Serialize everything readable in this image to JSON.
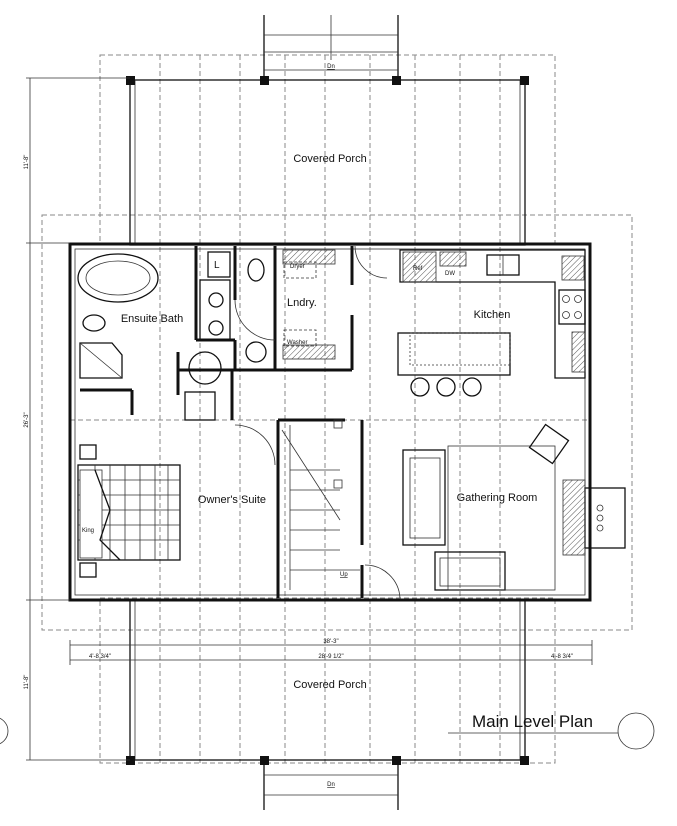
{
  "plan": {
    "title": "Main Level Plan",
    "rooms": {
      "porch_top": "Covered Porch",
      "porch_bottom": "Covered Porch",
      "ensuite": "Ensuite Bath",
      "laundry": "Lndry.",
      "kitchen": "Kitchen",
      "owners_suite": "Owner's Suite",
      "gathering": "Gathering Room"
    },
    "fixtures": {
      "dryer": "Dryer",
      "washer": "Washer",
      "ref": "Ref",
      "dw": "DW",
      "linen": "L",
      "bed": "King",
      "stair_up": "Up",
      "stair_down_top": "Dn",
      "stair_down_bottom": "Dn"
    },
    "dimensions": {
      "porch_top_depth": "11'-8\"",
      "house_depth": "26'-3\"",
      "porch_bottom_depth": "11'-8\"",
      "overall_width": "38'-3\"",
      "left_offset": "4'-8 3/4\"",
      "center_width": "28'-9 1/2\"",
      "right_offset": "4'-8 3/4\""
    }
  }
}
